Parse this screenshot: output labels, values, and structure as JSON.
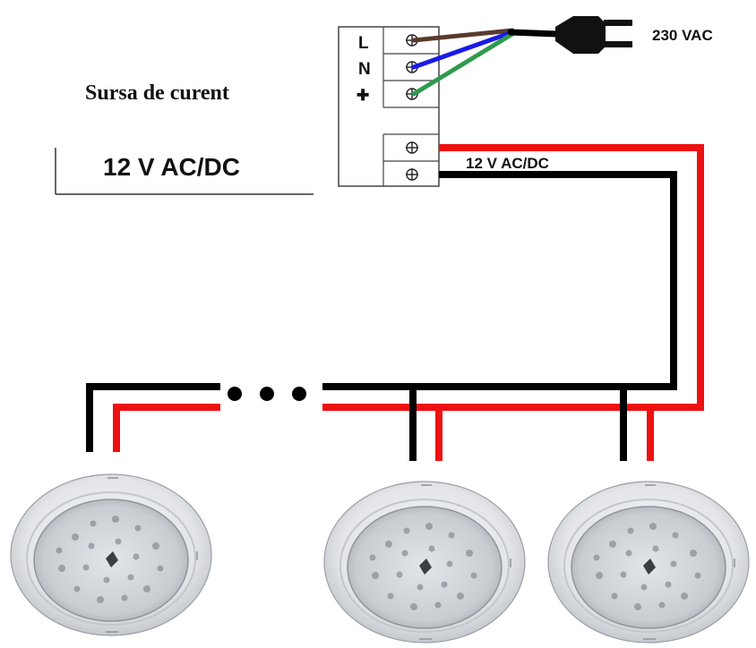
{
  "power_supply": {
    "title": "Sursa de curent",
    "output_rating": "12 V AC/DC",
    "terminal_labels": {
      "live": "L",
      "neutral": "N",
      "earth": "✚"
    }
  },
  "mains": {
    "voltage_label": "230 VAC"
  },
  "output_line": {
    "voltage_label": "12 V AC/DC"
  },
  "colors": {
    "wire_brown": "#5b3a2e",
    "wire_blue": "#1a1ae6",
    "wire_green": "#2f9a4e",
    "wire_red": "#ee1111",
    "wire_black": "#000000",
    "lamp_ring": "#e4e6e9",
    "lamp_lens": "#cfd3d7"
  },
  "icons": {
    "terminal": "screw-terminal-icon",
    "plug": "schuko-plug-icon",
    "lamp": "pool-led-lamp-icon",
    "ellipsis": "continuation-dots-icon"
  },
  "lamps": [
    {
      "name": "lamp-1"
    },
    {
      "name": "lamp-2"
    },
    {
      "name": "lamp-3"
    }
  ]
}
